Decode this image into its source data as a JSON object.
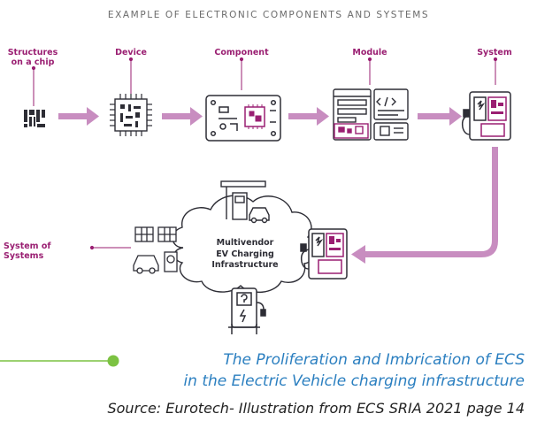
{
  "title": "EXAMPLE OF ELECTRONIC COMPONENTS AND SYSTEMS",
  "stages": {
    "chip": [
      "Structures",
      "on a chip"
    ],
    "device": "Device",
    "component": "Component",
    "module": "Module",
    "system": "System"
  },
  "sos_label": "System of Systems",
  "cloud": [
    "Multivendor",
    "EV Charging",
    "Infrastructure"
  ],
  "caption": [
    "The Proliferation and Imbrication of ECS",
    "in the Electric Vehicle charging infrastructure"
  ],
  "source": "Source: Eurotech- Illustration from ECS SRIA 2021 page 14",
  "colors": {
    "accent": "#9a1f72",
    "arrow": "#c88dc0",
    "icon": "#2d2d35",
    "caption": "#2b7fc0",
    "green": "#7cc242"
  }
}
